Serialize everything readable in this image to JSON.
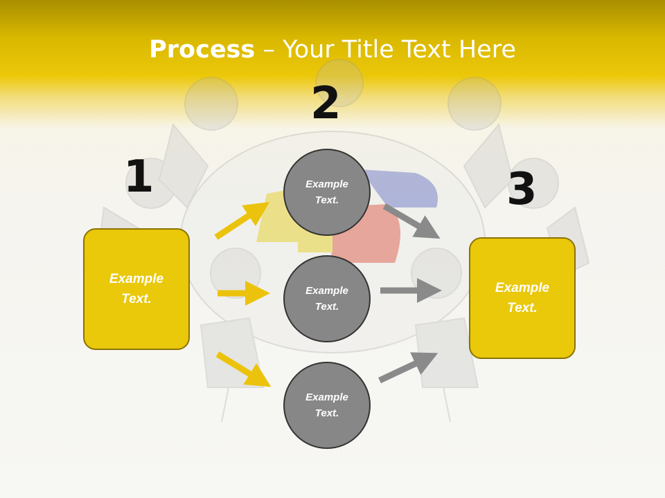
{
  "slide": {
    "title_bold": "Process",
    "title_rest": " – Your Title Text Here",
    "numbers": [
      "1",
      "2",
      "3"
    ],
    "left_box": "Example\nText.",
    "right_box": "Example\nText.",
    "circles": [
      "Example\nText.",
      "Example\nText.",
      "Example\nText."
    ]
  },
  "colors": {
    "header_yellow": "#ecc80a",
    "box_yellow": "#eac80a",
    "circle_gray": "#878787",
    "arrow_yellow": "#ecc30c",
    "arrow_gray": "#8a8a8a"
  }
}
